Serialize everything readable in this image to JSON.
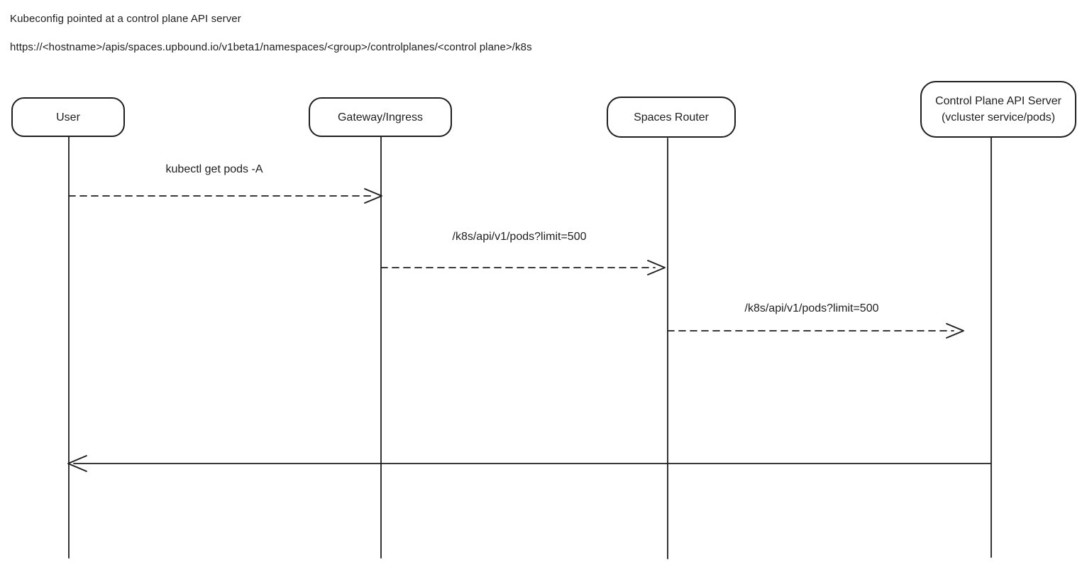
{
  "header": {
    "title": "Kubeconfig pointed at a control plane API server",
    "url": "https://<hostname>/apis/spaces.upbound.io/v1beta1/namespaces/<group>/controlplanes/<control plane>/k8s"
  },
  "diagram": {
    "type": "sequence-diagram",
    "style": "hand-drawn",
    "actors": [
      {
        "id": "user",
        "label": "User"
      },
      {
        "id": "gateway",
        "label": "Gateway/Ingress"
      },
      {
        "id": "router",
        "label": "Spaces Router"
      },
      {
        "id": "control-plane",
        "label": "Control Plane API Server",
        "sublabel": "(vcluster service/pods)"
      }
    ],
    "messages": [
      {
        "from": "User",
        "to": "Gateway/Ingress",
        "label": "kubectl get pods -A",
        "line": "dashed",
        "direction": "right"
      },
      {
        "from": "Gateway/Ingress",
        "to": "Spaces Router",
        "label": "/k8s/api/v1/pods?limit=500",
        "line": "dashed",
        "direction": "right"
      },
      {
        "from": "Spaces Router",
        "to": "Control Plane API Server",
        "label": "/k8s/api/v1/pods?limit=500",
        "line": "dashed",
        "direction": "right"
      },
      {
        "from": "Control Plane API Server",
        "to": "User",
        "label": "",
        "line": "solid",
        "direction": "left"
      }
    ]
  },
  "colors": {
    "background": "#ffffff",
    "stroke": "#1e1e1e",
    "text": "#1e1e1e"
  }
}
